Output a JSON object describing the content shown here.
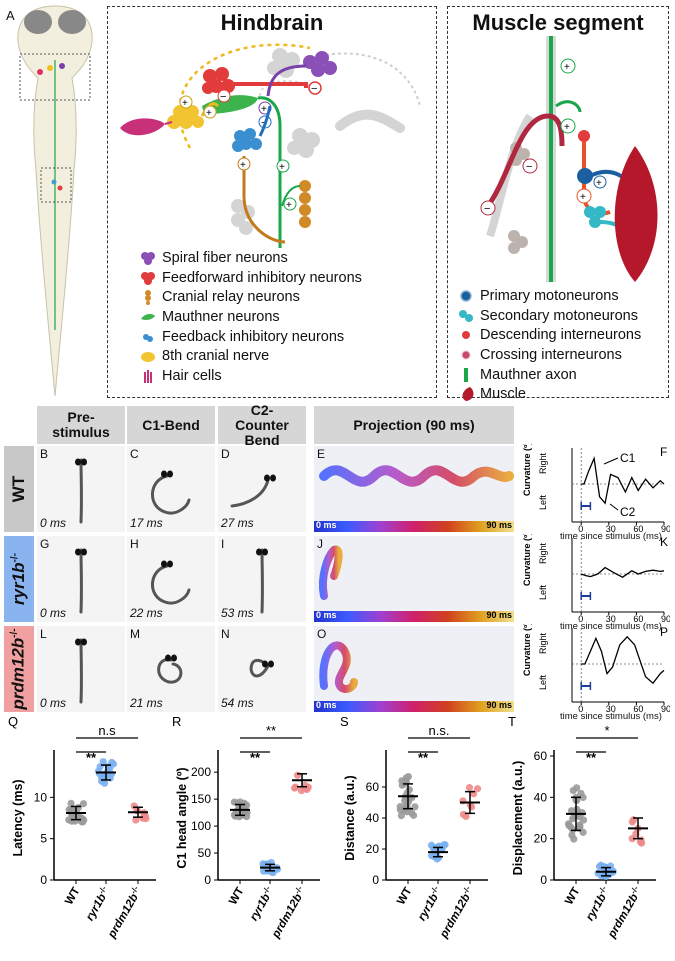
{
  "panels": {
    "A": "A",
    "hindbrain": {
      "title": "Hindbrain",
      "legend": [
        "Spiral fiber neurons",
        "Feedforward inhibitory neurons",
        "Cranial relay neurons",
        "Mauthner neurons",
        "Feedback inhibitory neurons",
        "8th cranial nerve",
        "Hair cells"
      ]
    },
    "muscle": {
      "title": "Muscle segment",
      "legend": [
        "Primary motoneurons",
        "Secondary motoneurons",
        "Descending interneurons",
        "Crossing interneurons",
        "Mauthner axon",
        "Muscle"
      ]
    }
  },
  "columns": [
    "Pre-stimulus",
    "C1-Bend",
    "C2-Counter Bend",
    "Projection (90 ms)"
  ],
  "rows": [
    {
      "label": "WT",
      "color": "#c8c8c8",
      "letters": [
        "B",
        "C",
        "D",
        "E",
        "F"
      ],
      "times": [
        "0 ms",
        "17 ms",
        "27 ms"
      ]
    },
    {
      "label": "ryr1b",
      "sup": "-/-",
      "color": "#8ab4f0",
      "letters": [
        "G",
        "H",
        "I",
        "J",
        "K"
      ],
      "times": [
        "0 ms",
        "22 ms",
        "53 ms"
      ]
    },
    {
      "label": "prdm12b",
      "sup": "-/-",
      "color": "#f0a0a0",
      "letters": [
        "L",
        "M",
        "N",
        "O",
        "P"
      ],
      "times": [
        "0 ms",
        "21 ms",
        "54 ms"
      ]
    }
  ],
  "colorbar": {
    "start": "0 ms",
    "end": "90 ms"
  },
  "curvature": {
    "ylabel": "Curvature (º)",
    "right": "Right",
    "left": "Left",
    "xlabel": "time since stimulus (ms)",
    "xticks": [
      "0",
      "30",
      "60",
      "90"
    ],
    "annot_c1": "C1",
    "annot_c2": "C2"
  },
  "chart_data": [
    {
      "type": "scatter",
      "panel": "Q",
      "ylabel": "Latency (ms)",
      "categories": [
        "WT",
        "ryr1b-/-",
        "prdm12b-/-"
      ],
      "means": [
        8.1,
        13.0,
        8.2
      ],
      "sd": [
        0.8,
        0.9,
        0.6
      ],
      "ylim": [
        0,
        15
      ],
      "yticks": [
        0,
        5,
        10
      ],
      "sig": [
        "**",
        "n.s"
      ],
      "colors": [
        "#9a9a9a",
        "#7ab0f0",
        "#f08a8a"
      ]
    },
    {
      "type": "scatter",
      "panel": "R",
      "ylabel": "C1 head angle (º)",
      "categories": [
        "WT",
        "ryr1b-/-",
        "prdm12b-/-"
      ],
      "means": [
        130,
        23,
        185
      ],
      "sd": [
        10,
        6,
        12
      ],
      "ylim": [
        0,
        230
      ],
      "yticks": [
        0,
        50,
        100,
        150,
        200
      ],
      "sig": [
        "**",
        "**"
      ],
      "colors": [
        "#9a9a9a",
        "#7ab0f0",
        "#f08a8a"
      ]
    },
    {
      "type": "scatter",
      "panel": "S",
      "ylabel": "Distance (a.u.)",
      "categories": [
        "WT",
        "ryr1b-/-",
        "prdm12b-/-"
      ],
      "means": [
        54,
        18,
        50
      ],
      "sd": [
        8,
        3,
        7
      ],
      "ylim": [
        0,
        80
      ],
      "yticks": [
        0,
        20,
        40,
        60
      ],
      "sig": [
        "**",
        "n.s."
      ],
      "colors": [
        "#9a9a9a",
        "#7ab0f0",
        "#f08a8a"
      ]
    },
    {
      "type": "scatter",
      "panel": "T",
      "ylabel": "Displacement (a.u.)",
      "categories": [
        "WT",
        "ryr1b-/-",
        "prdm12b-/-"
      ],
      "means": [
        32,
        4,
        25
      ],
      "sd": [
        8,
        2,
        5
      ],
      "ylim": [
        0,
        60
      ],
      "yticks": [
        0,
        20,
        40,
        60
      ],
      "sig": [
        "**",
        "*"
      ],
      "colors": [
        "#9a9a9a",
        "#7ab0f0",
        "#f08a8a"
      ]
    }
  ]
}
